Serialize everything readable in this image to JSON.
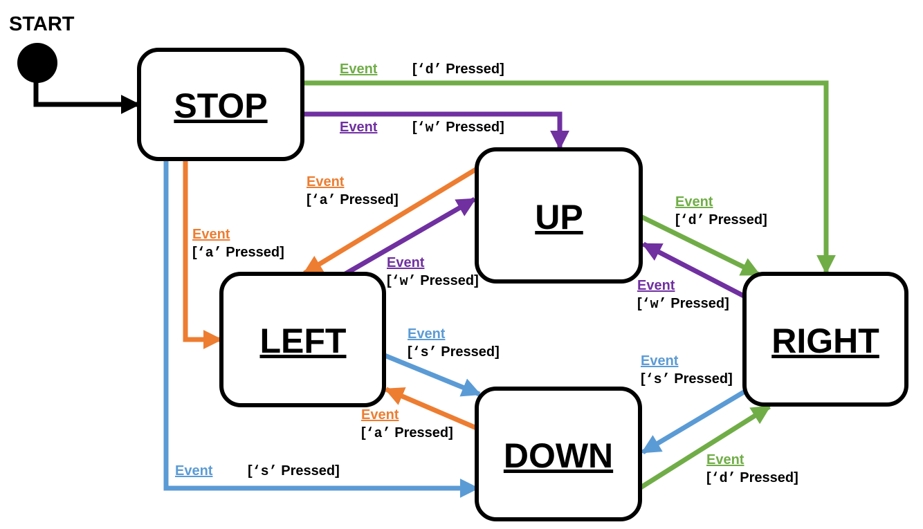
{
  "start_label": "START",
  "colors": {
    "d_key": "#70ad47",
    "w_key": "#7030a0",
    "a_key": "#ed7d31",
    "s_key": "#5b9bd5",
    "initial": "#000000"
  },
  "states": {
    "stop": "STOP",
    "up": "UP",
    "left": "LEFT",
    "right": "RIGHT",
    "down": "DOWN"
  },
  "transitions": {
    "stop_right": {
      "event": "Event",
      "open": "[",
      "key": "‘d’",
      "close": "Pressed]"
    },
    "stop_up": {
      "event": "Event",
      "open": "[",
      "key": "‘w’",
      "close": "Pressed]"
    },
    "up_left": {
      "event": "Event",
      "open": "[",
      "key": "‘a’",
      "close": "Pressed]"
    },
    "stop_left": {
      "event": "Event",
      "open": "[",
      "key": "‘a’",
      "close": "Pressed]"
    },
    "left_up": {
      "event": "Event",
      "open": "[",
      "key": "‘w’",
      "close": "Pressed]"
    },
    "up_right": {
      "event": "Event",
      "open": "[",
      "key": "‘d’",
      "close": "Pressed]"
    },
    "right_up": {
      "event": "Event",
      "open": "[",
      "key": "‘w’",
      "close": "Pressed]"
    },
    "left_down": {
      "event": "Event",
      "open": "[",
      "key": "‘s’",
      "close": "Pressed]"
    },
    "right_down": {
      "event": "Event",
      "open": "[",
      "key": "‘s’",
      "close": "Pressed]"
    },
    "down_left": {
      "event": "Event",
      "open": "[",
      "key": "‘a’",
      "close": "Pressed]"
    },
    "down_right": {
      "event": "Event",
      "open": "[",
      "key": "‘d’",
      "close": "Pressed]"
    },
    "stop_down": {
      "event": "Event",
      "open": "[",
      "key": "‘s’",
      "close": "Pressed]"
    }
  }
}
